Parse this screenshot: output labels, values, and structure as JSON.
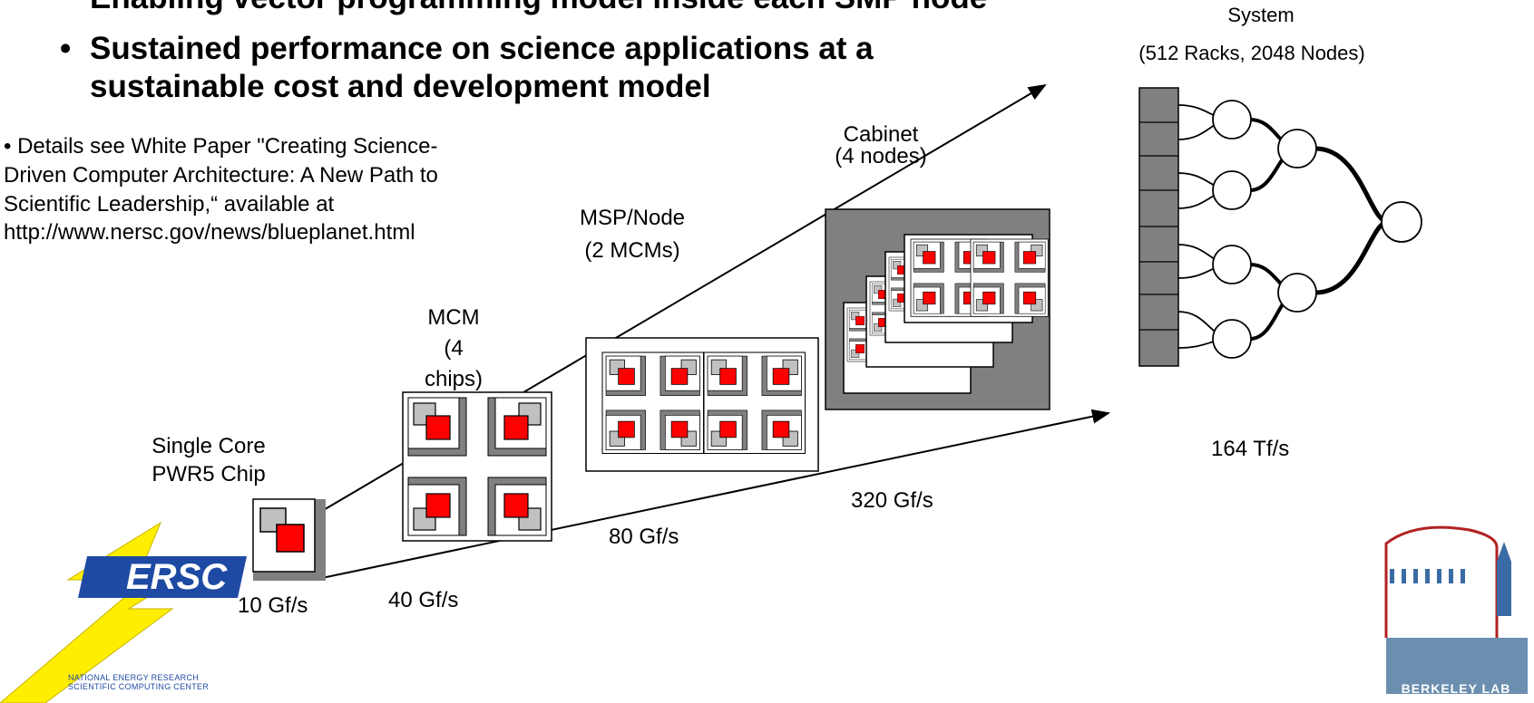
{
  "bullets": [
    "Enabling vector programming model inside each SMP node",
    "Sustained performance on science applications at a",
    "sustainable cost and development model"
  ],
  "bullet_marker": "•",
  "details": {
    "line1": "• Details see  White Paper \"Creating Science-",
    "line2": "Driven Computer Architecture: A New Path to",
    "line3": "Scientific Leadership,“ available at",
    "line4": "http://www.nersc.gov/news/blueplanet.html"
  },
  "labels": {
    "single_core_line1": "Single Core",
    "single_core_line2": "PWR5 Chip",
    "mcm_line1": "MCM",
    "mcm_line2": "(4",
    "mcm_line3": "chips)",
    "msp_line1": "MSP/Node",
    "msp_line2": "(2 MCMs)",
    "cabinet_line1": "Cabinet",
    "cabinet_line2": "(4 nodes)",
    "system_line1": "System",
    "system_line2": "(512 Racks, 2048 Nodes)"
  },
  "performance": {
    "chip": "10 Gf/s",
    "mcm": "40 Gf/s",
    "msp": "80 Gf/s",
    "cabinet": "320 Gf/s",
    "system": "164 Tf/s"
  },
  "logos": {
    "nersc_name": "ERSC",
    "nersc_sub1": "NATIONAL ENERGY RESEARCH",
    "nersc_sub2": "SCIENTIFIC COMPUTING CENTER",
    "berkeley": "BERKELEY LAB"
  },
  "colors": {
    "chip_red": "#ff0000",
    "gray_dark": "#808080",
    "gray_light": "#c0c0c0",
    "nersc_yellow": "#ffee00",
    "nersc_blue": "#1f4aa3",
    "berkeley_red": "#b22222",
    "berkeley_blue": "#3b6ba5"
  }
}
